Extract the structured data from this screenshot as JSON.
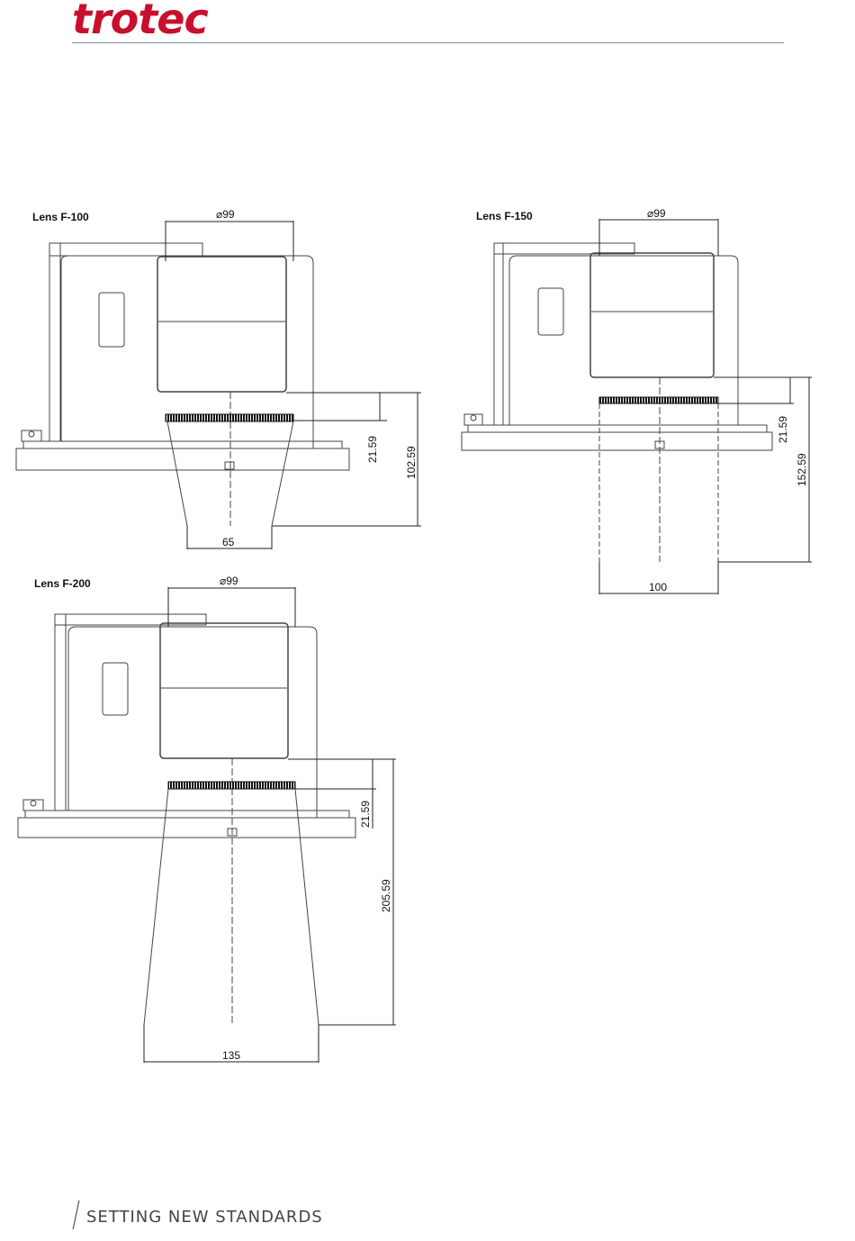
{
  "brand": {
    "logo_text": "trotec",
    "color": "#c8102e"
  },
  "footer": {
    "tagline": "SETTING NEW STANDARDS"
  },
  "drawings": [
    {
      "title": "Lens F-100",
      "diameter": "⌀99",
      "height_ring": "21.59",
      "height_total": "102.59",
      "bottom_width": "65"
    },
    {
      "title": "Lens F-150",
      "diameter": "⌀99",
      "height_ring": "21.59",
      "height_total": "152.59",
      "bottom_width": "100"
    },
    {
      "title": "Lens F-200",
      "diameter": "⌀99",
      "height_ring": "21.59",
      "height_total": "205.59",
      "bottom_width": "135"
    }
  ]
}
